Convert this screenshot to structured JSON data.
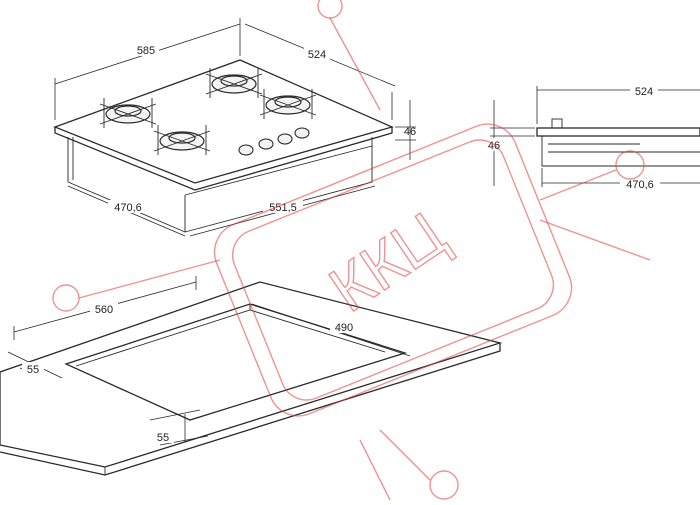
{
  "top_view": {
    "dim_width": "585",
    "dim_depth": "524",
    "dim_height": "46",
    "dim_front_depth": "470,6",
    "dim_front_width": "551,5"
  },
  "side_view": {
    "dim_depth": "524",
    "dim_height": "46",
    "dim_body_depth": "470,6"
  },
  "cutout_view": {
    "dim_width": "560",
    "dim_depth": "490",
    "dim_front_margin": "55",
    "dim_side_margin": "55"
  },
  "watermark": {
    "text": "ККЦ",
    "color": "#e03b3b"
  }
}
